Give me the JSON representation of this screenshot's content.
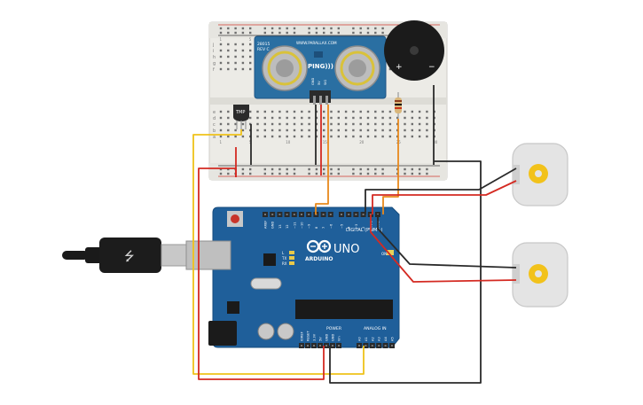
{
  "breadboard": {
    "row_letters_top": [
      "j",
      "i",
      "h",
      "g",
      "f"
    ],
    "row_letters_bottom": [
      "e",
      "d",
      "c",
      "b",
      "a"
    ],
    "column_numbers": [
      "1",
      "5",
      "10",
      "15",
      "20",
      "25",
      "30"
    ]
  },
  "ping_sensor": {
    "model": "28015",
    "rev": "REV C",
    "brand": "WWW.PARALLAX.COM",
    "label": "PING)))",
    "pins": [
      "GND",
      "5V",
      "SIG"
    ]
  },
  "buzzer": {
    "plus": "+",
    "minus": "−"
  },
  "temp_sensor": {
    "label": "TMP"
  },
  "arduino": {
    "logo_text": "ARDUINO",
    "model": "UNO",
    "digital_label": "DIGITAL (PWM~)",
    "power_label": "POWER",
    "analog_label": "ANALOG IN",
    "top_pins": [
      "AREF",
      "GND",
      "13",
      "12",
      "~11",
      "~10",
      "~9",
      "8",
      "7",
      "~6",
      "~5",
      "4",
      "~3",
      "2",
      "TX▸1",
      "RX◂0"
    ],
    "power_pins": [
      "IOREF",
      "RESET",
      "3.3V",
      "5V",
      "GND",
      "GND",
      "Vin"
    ],
    "analog_pins": [
      "A0",
      "A1",
      "A2",
      "A3",
      "A4",
      "A5"
    ],
    "indicators": [
      "L",
      "TX",
      "RX",
      "ON"
    ]
  },
  "colors": {
    "wire_red": "#d42a22",
    "wire_black": "#2a2a2a",
    "wire_orange": "#e8891c",
    "wire_yellow": "#efc21a",
    "board_blue": "#1f5f9a",
    "ping_blue": "#2a6fa2",
    "motor_gear": "#f2c21b",
    "breadboard": "#ecebe6"
  }
}
